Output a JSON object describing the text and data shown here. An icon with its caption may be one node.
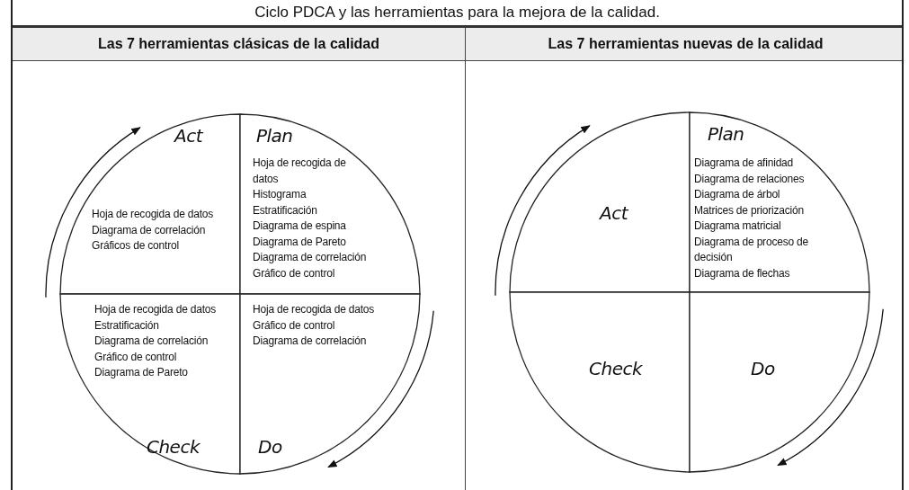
{
  "diagram": {
    "title": "Ciclo PDCA y las herramientas para la mejora de la calidad.",
    "nodes": [
      {
        "text": [
          "Las 7 herramientas clásicas de la calidad"
        ]
      },
      {
        "text": [
          "Act",
          "Hoja de recogida de datos",
          "Diagrama de correlación",
          "Gráficos de control"
        ],
        "in": 0
      },
      {
        "text": [
          "Plan",
          "Hoja de recogida de datos",
          "Histograma",
          "Estratificación",
          "Diagrama de espina",
          "Diagrama de Pareto",
          "Diagrama de correlación",
          "Gráfico de control"
        ],
        "in": 0
      },
      {
        "text": [
          "Hoja de recogida de datos",
          "Estratificación",
          "Diagrama de correlación",
          "Gráfico de control",
          "Diagrama de Pareto",
          "Check"
        ],
        "in": 0
      },
      {
        "text": [
          "Hoja de recogida de datos",
          "Gráfico de control",
          "Diagrama de correlación",
          "Do"
        ],
        "in": 0
      },
      {
        "text": [
          "Las 7 herramientas nuevas de la calidad"
        ]
      },
      {
        "text": [
          "Act"
        ],
        "in": 5
      },
      {
        "text": [
          "Plan",
          "Diagrama de afinidad",
          "Diagrama de relaciones",
          "Diagrama de árbol",
          "Matrices de priorización",
          "Diagrama matricial",
          "Diagrama de proceso de decisión",
          "Diagrama de flechas"
        ],
        "in": 5
      },
      {
        "text": [
          "Check"
        ],
        "in": 5
      },
      {
        "text": [
          "Do"
        ],
        "in": 5
      }
    ],
    "edges": []
  }
}
